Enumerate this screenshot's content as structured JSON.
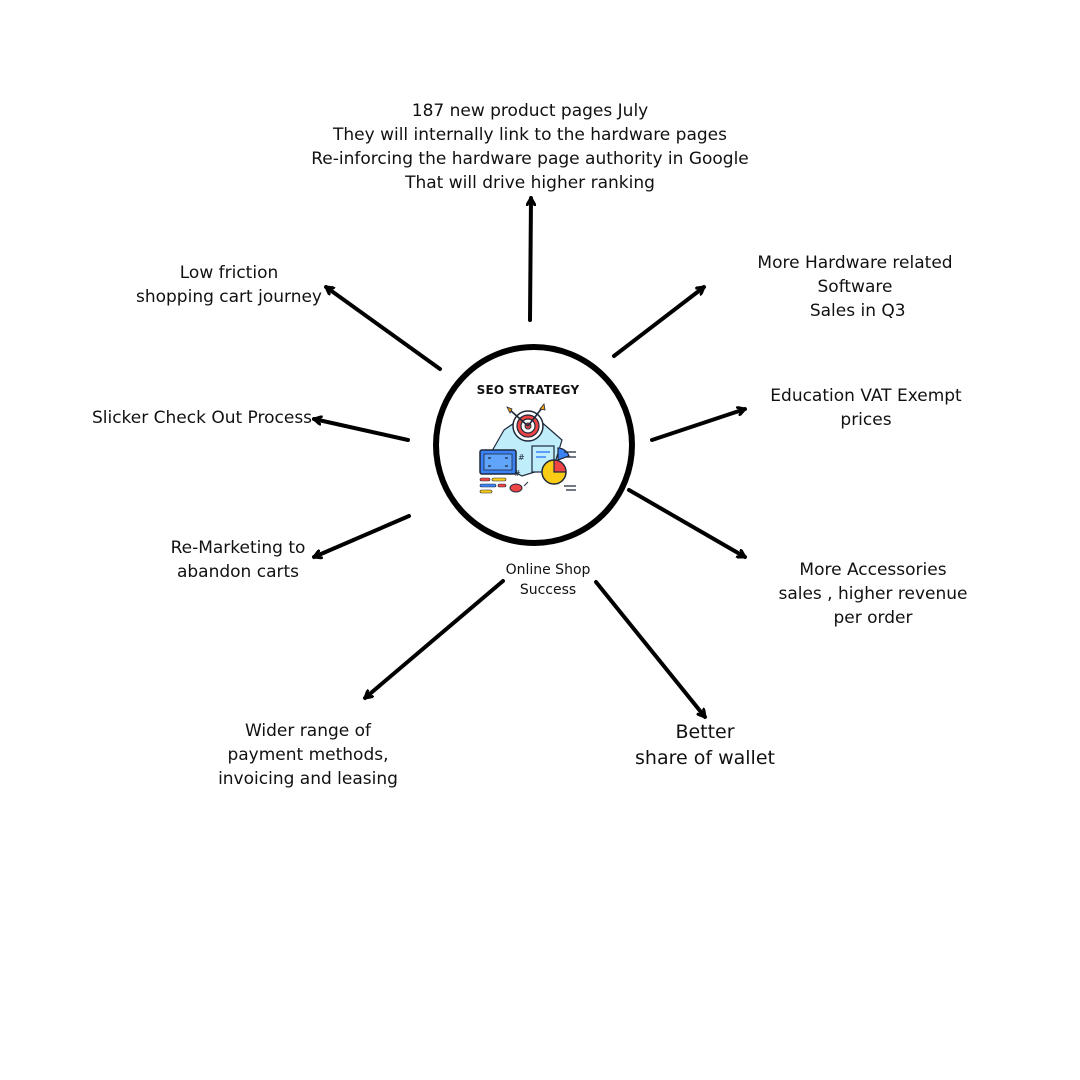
{
  "hub": {
    "title": "SEO STRATEGY",
    "caption": [
      "Online Shop",
      "Success"
    ],
    "icon": "seo-strategy-illustration"
  },
  "nodes": [
    {
      "id": "top",
      "lines": [
        "187 new product pages July",
        "They will internally link to the hardware pages",
        "Re-inforcing the hardware page authority in  Google",
        "That will drive higher ranking"
      ]
    },
    {
      "id": "top-right",
      "lines": [
        "More Hardware related",
        "Software",
        " Sales in Q3"
      ]
    },
    {
      "id": "right",
      "lines": [
        "Education VAT Exempt",
        "prices"
      ]
    },
    {
      "id": "bottom-right",
      "lines": [
        "More Accessories",
        "sales , higher revenue",
        "per order"
      ]
    },
    {
      "id": "bottom",
      "lines": [
        "Better",
        "share of wallet"
      ]
    },
    {
      "id": "bottom-left",
      "lines": [
        "Wider range of",
        "payment methods,",
        "invoicing and leasing"
      ]
    },
    {
      "id": "left-lower",
      "lines": [
        "Re-Marketing to",
        "abandon carts"
      ]
    },
    {
      "id": "left",
      "lines": [
        "Slicker Check Out Process"
      ]
    },
    {
      "id": "top-left",
      "lines": [
        "Low friction",
        "shopping cart journey"
      ]
    }
  ],
  "colors": {
    "stroke": "#000000",
    "text": "#111111",
    "icon_blue": "#3b82f6",
    "icon_red": "#ef4444",
    "icon_yellow": "#facc15",
    "icon_cyan": "#bfeefa"
  }
}
